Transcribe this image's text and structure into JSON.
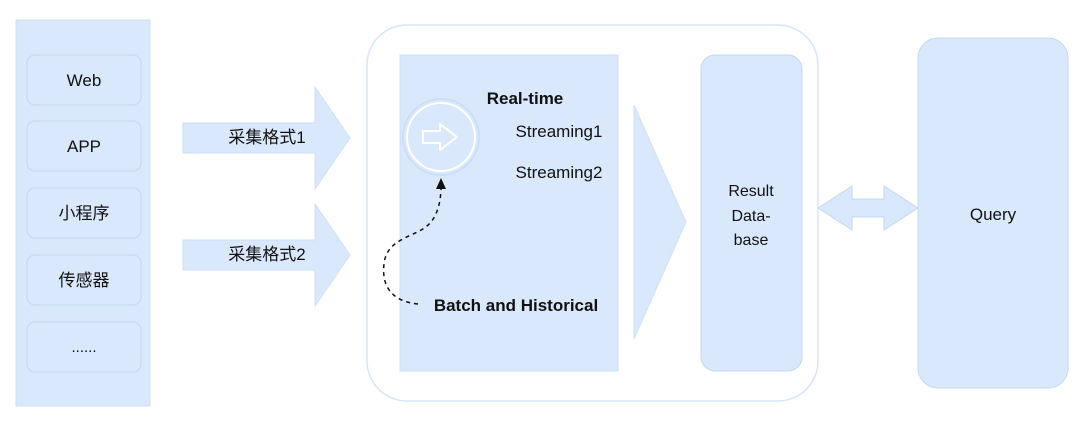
{
  "sources": {
    "items": [
      {
        "label": "Web"
      },
      {
        "label": "APP"
      },
      {
        "label": "小程序"
      },
      {
        "label": "传感器"
      },
      {
        "label": "......"
      }
    ]
  },
  "ingest_arrows": [
    {
      "label": "采集格式1"
    },
    {
      "label": "采集格式2"
    }
  ],
  "processing": {
    "realtime_title": "Real-time",
    "streams": [
      "Streaming1",
      "Streaming2"
    ],
    "batch_label": "Batch and Historical"
  },
  "result_db": {
    "lines": [
      "Result",
      "Data-",
      "base"
    ]
  },
  "query": {
    "label": "Query"
  },
  "colors": {
    "fill": "#dae8fc",
    "stroke": "#cfe0f5",
    "arrow_fill": "#dae8fc",
    "text": "#111111"
  },
  "icons": {
    "realtime_icon": "right-arrow-in-circle-icon",
    "loop_arrow": "dashed-feedback-arrow"
  }
}
